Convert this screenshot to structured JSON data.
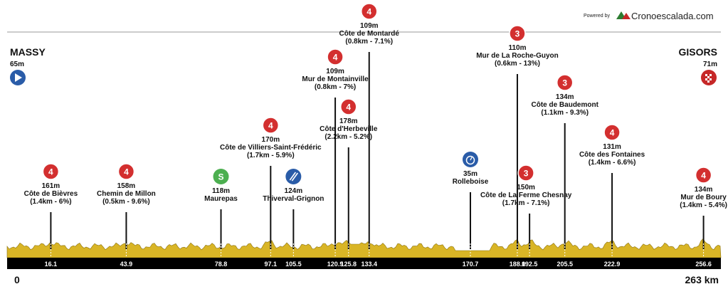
{
  "header": {
    "powered_by": "Powered by",
    "brand": "Cronoescalada.com"
  },
  "start": {
    "name": "MASSY",
    "altitude": "65m",
    "km": "0",
    "icon": "start-play-icon",
    "color": "#2a5ca8"
  },
  "finish": {
    "name": "GISORS",
    "altitude": "71m",
    "km": "263 km",
    "icon": "finish-flag-icon",
    "color": "#c62828"
  },
  "profile": {
    "total_km": 263,
    "fill_color": "#d9b526",
    "axis_color": "#000000"
  },
  "km_marks": [
    "16.1",
    "43.9",
    "78.8",
    "97.1",
    "105.5",
    "120.9",
    "125.8",
    "133.4",
    "170.7",
    "188.0",
    "192.5",
    "205.5",
    "222.9",
    "256.6"
  ],
  "points": [
    {
      "name": "climb-cote-de-bievres",
      "km": 16.1,
      "kind": "climb",
      "badge": "4",
      "lines": [
        "161m",
        "Côte de Bièvres",
        "(1.4km - 6%)"
      ]
    },
    {
      "name": "climb-chemin-de-millon",
      "km": 43.9,
      "kind": "climb",
      "badge": "4",
      "lines": [
        "158m",
        "Chemin de Millon",
        "(0.5km - 9.6%)"
      ]
    },
    {
      "name": "sprint-maurepas",
      "km": 78.8,
      "kind": "sprint",
      "badge": "S",
      "lines": [
        "118m",
        "Maurepas"
      ]
    },
    {
      "name": "climb-cote-de-villiers",
      "km": 97.1,
      "kind": "climb",
      "badge": "4",
      "lines": [
        "170m",
        "Côte de Villiers-Saint-Frédéric",
        "(1.7km - 5.9%)"
      ]
    },
    {
      "name": "feed-thiverval-grignon",
      "km": 105.5,
      "kind": "feed",
      "badge": "",
      "lines": [
        "124m",
        "Thiverval-Grignon"
      ]
    },
    {
      "name": "climb-mur-de-montainville",
      "km": 120.9,
      "kind": "climb",
      "badge": "4",
      "lines": [
        "109m",
        "Mur de Montainville",
        "(0.8km - 7%)"
      ]
    },
    {
      "name": "climb-cote-d-herbeville",
      "km": 125.8,
      "kind": "climb",
      "badge": "4",
      "lines": [
        "178m",
        "Côte d'Herbeville",
        "(2.2km - 5.2%)"
      ]
    },
    {
      "name": "climb-cote-de-montarde",
      "km": 133.4,
      "kind": "climb",
      "badge": "4",
      "lines": [
        "109m",
        "Côte de Montardé",
        "(0.8km - 7.1%)"
      ]
    },
    {
      "name": "timecheck-rolleboise",
      "km": 170.7,
      "kind": "time",
      "badge": "",
      "lines": [
        "35m",
        "Rolleboise"
      ]
    },
    {
      "name": "climb-mur-de-la-roche-guyon",
      "km": 188.0,
      "kind": "climb",
      "badge": "3",
      "lines": [
        "110m",
        "Mur de La Roche-Guyon",
        "(0.6km - 13%)"
      ]
    },
    {
      "name": "climb-cote-de-la-ferme-chesnay",
      "km": 192.5,
      "kind": "climb",
      "badge": "3",
      "lines": [
        "150m",
        "Côte de La Ferme Chesnay",
        "(1.7km - 7.1%)"
      ]
    },
    {
      "name": "climb-cote-de-baudemont",
      "km": 205.5,
      "kind": "climb",
      "badge": "3",
      "lines": [
        "134m",
        "Côte de Baudemont",
        "(1.1km - 9.3%)"
      ]
    },
    {
      "name": "climb-cote-des-fontaines",
      "km": 222.9,
      "kind": "climb",
      "badge": "4",
      "lines": [
        "131m",
        "Côte des Fontaines",
        "(1.4km - 6.6%)"
      ]
    },
    {
      "name": "climb-mur-de-boury",
      "km": 256.6,
      "kind": "climb",
      "badge": "4",
      "lines": [
        "134m",
        "Mur de Boury",
        "(1.4km - 5.4%)"
      ]
    }
  ],
  "colors": {
    "climb_badge": "#d32f2f",
    "sprint_badge": "#4caf50",
    "feed_badge": "#2a5ca8",
    "time_badge": "#2a5ca8"
  }
}
